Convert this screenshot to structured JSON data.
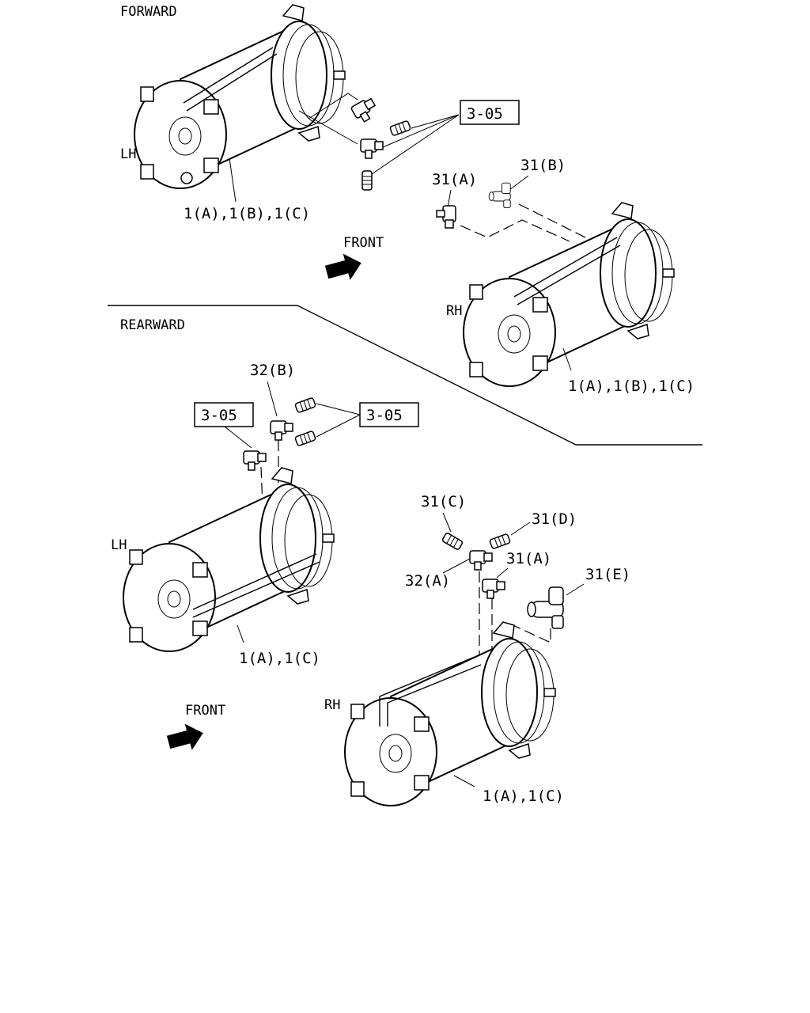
{
  "sections": {
    "forward": "FORWARD",
    "rearward": "REARWARD"
  },
  "sides": {
    "lh": "LH",
    "rh": "RH"
  },
  "front_label": "FRONT",
  "refs": {
    "ref_305": "3-05"
  },
  "parts": {
    "p31a": "31(A)",
    "p31b": "31(B)",
    "p31c": "31(C)",
    "p31d": "31(D)",
    "p31e": "31(E)",
    "p32a": "32(A)",
    "p32b": "32(B)",
    "p1abc": "1(A),1(B),1(C)",
    "p1ac": "1(A),1(C)"
  },
  "icons": [
    "front-arrow-icon"
  ]
}
